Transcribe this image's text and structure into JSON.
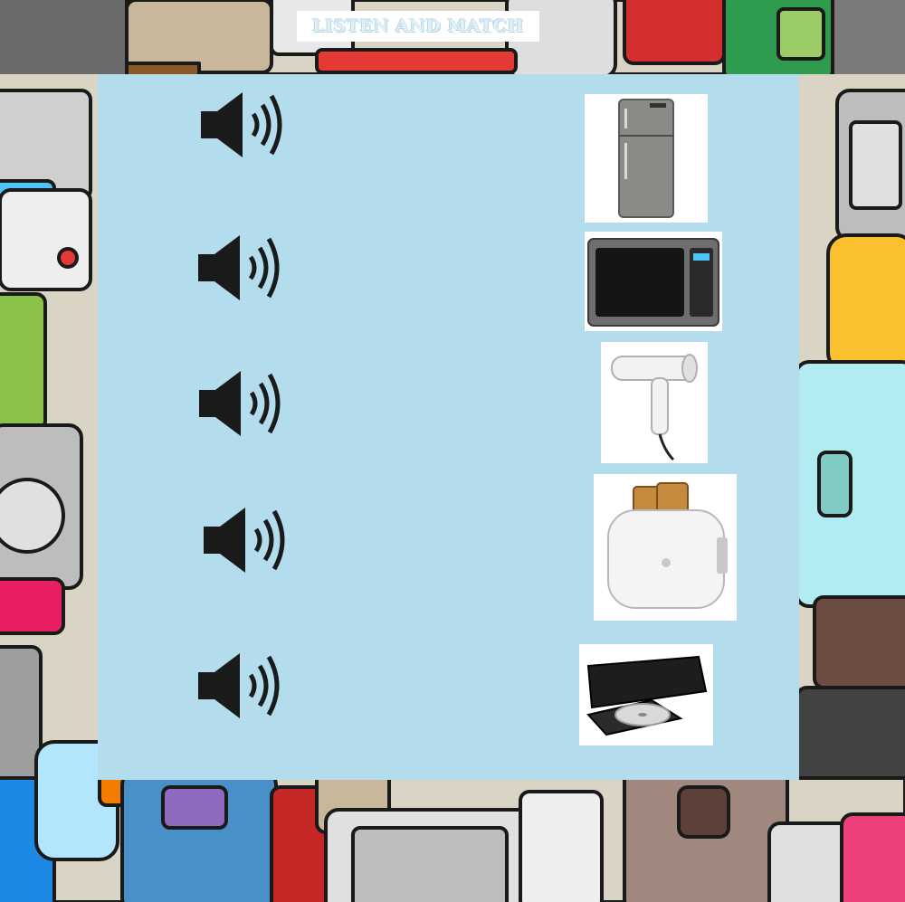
{
  "title": "LISTEN AND MATCH",
  "audio_buttons": [
    {
      "icon": "speaker-icon"
    },
    {
      "icon": "speaker-icon"
    },
    {
      "icon": "speaker-icon"
    },
    {
      "icon": "speaker-icon"
    },
    {
      "icon": "speaker-icon"
    }
  ],
  "pictures": [
    {
      "name": "refrigerator"
    },
    {
      "name": "microwave-oven"
    },
    {
      "name": "hair-dryer"
    },
    {
      "name": "toaster"
    },
    {
      "name": "dvd-player"
    }
  ],
  "colors": {
    "background": "#b3dcec",
    "title_box": "#ffffff",
    "title_text": "#dff0f8"
  }
}
